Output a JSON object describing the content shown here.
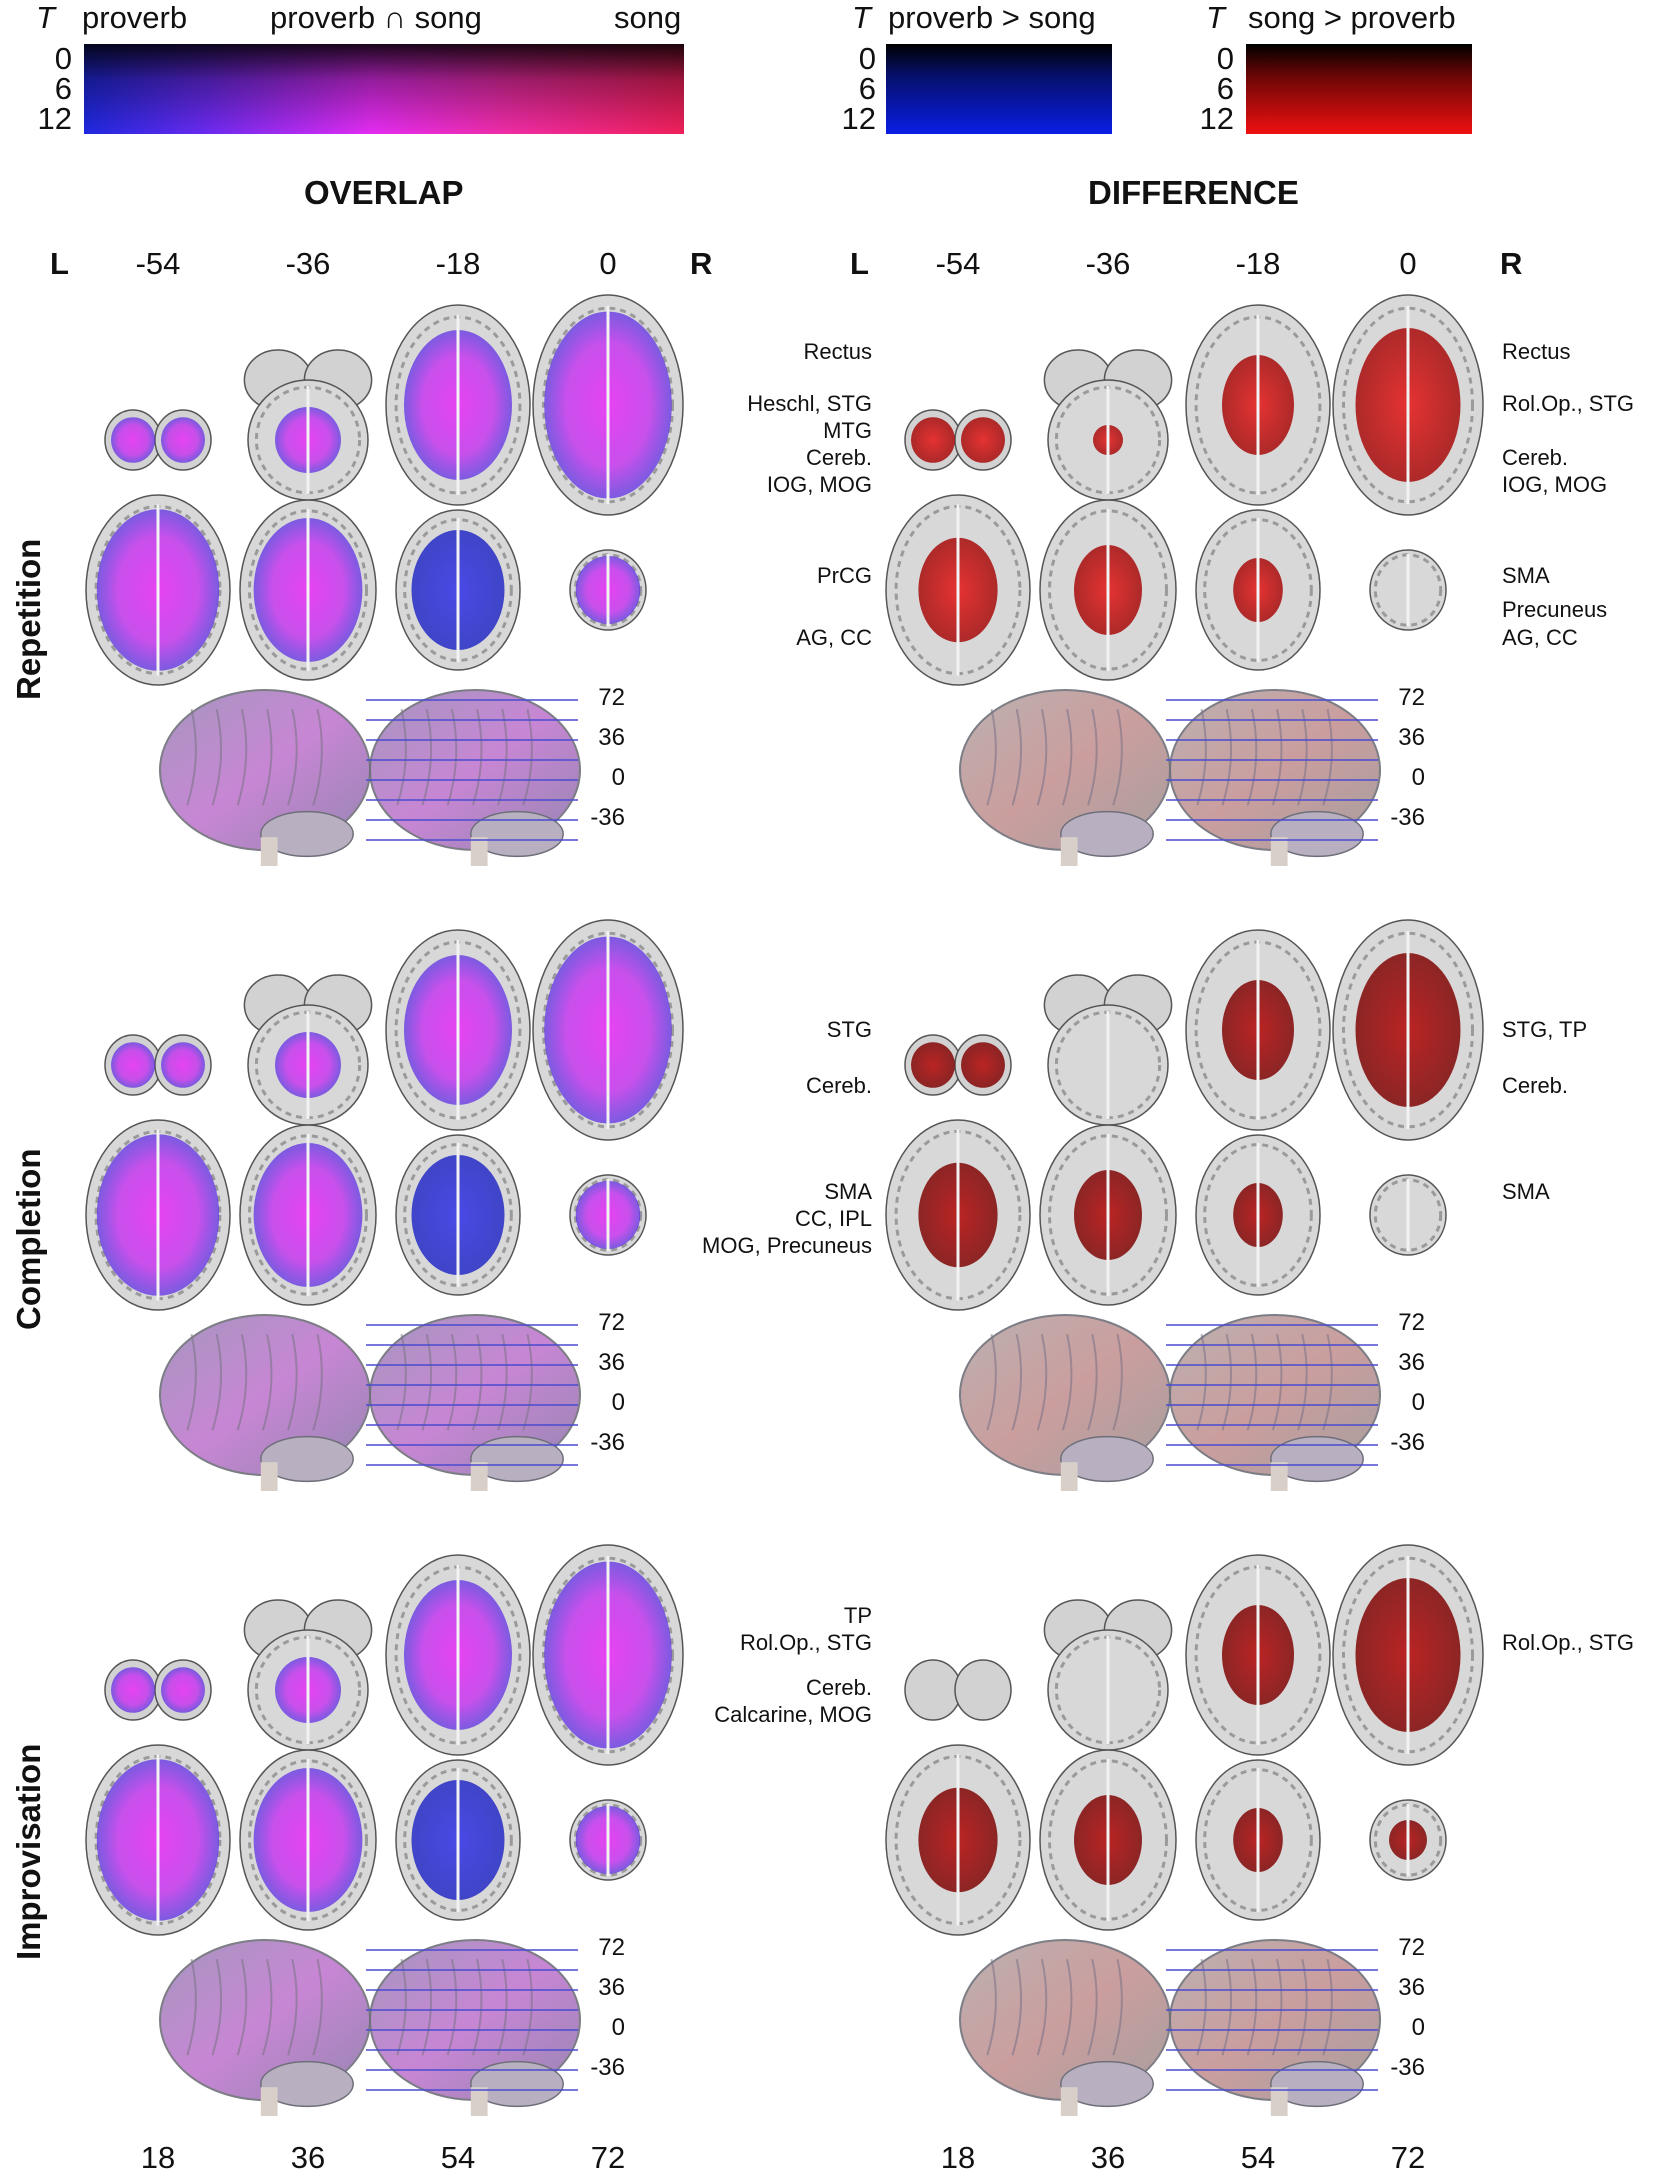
{
  "colorbars": {
    "overlap": {
      "symbol": "T",
      "left_label": "proverb",
      "mid_label": "proverb ∩ song",
      "right_label": "song",
      "ticks": [
        "0",
        "6",
        "12"
      ]
    },
    "proverb_gt_song": {
      "symbol": "T",
      "label": "proverb > song",
      "ticks": [
        "0",
        "6",
        "12"
      ]
    },
    "song_gt_proverb": {
      "symbol": "T",
      "label": "song > proverb",
      "ticks": [
        "0",
        "6",
        "12"
      ]
    }
  },
  "colors": {
    "proverb": "#1a28d8",
    "overlap": "#e62cf0",
    "song": "#f0205a",
    "proverb_gt_song": "#0a1ee6",
    "song_gt_proverb": "#e11010",
    "slice_lines": "#4a4ad0"
  },
  "panels": {
    "overlap_title": "OVERLAP",
    "difference_title": "DIFFERENCE",
    "left_marker": "L",
    "right_marker": "R",
    "top_coords": [
      "-54",
      "-36",
      "-18",
      "0"
    ],
    "bottom_coords": [
      "18",
      "36",
      "54",
      "72"
    ],
    "z_ticks": [
      "72",
      "36",
      "0",
      "-36"
    ]
  },
  "rows": [
    {
      "label": "Repetition",
      "overlap_regions_top": [
        "Rectus",
        "Heschl, STG",
        "MTG",
        "Cereb.",
        "IOG, MOG"
      ],
      "overlap_regions_bottom": [
        "PrCG",
        "AG, CC"
      ],
      "difference_regions_top": [
        "Rectus",
        "Rol.Op., STG",
        "Cereb.",
        "IOG, MOG"
      ],
      "difference_regions_bottom": [
        "SMA",
        "Precuneus",
        "AG, CC"
      ]
    },
    {
      "label": "Completion",
      "overlap_regions_top": [
        "STG",
        "Cereb."
      ],
      "overlap_regions_bottom": [
        "SMA",
        "CC, IPL",
        "MOG, Precuneus"
      ],
      "difference_regions_top": [
        "STG, TP",
        "Cereb."
      ],
      "difference_regions_bottom": [
        "SMA"
      ]
    },
    {
      "label": "Improvisation",
      "overlap_regions_top": [
        "TP",
        "Rol.Op., STG",
        "Cereb.",
        "Calcarine, MOG"
      ],
      "overlap_regions_bottom": [],
      "difference_regions_top": [
        "Rol.Op., STG"
      ],
      "difference_regions_bottom": []
    }
  ]
}
